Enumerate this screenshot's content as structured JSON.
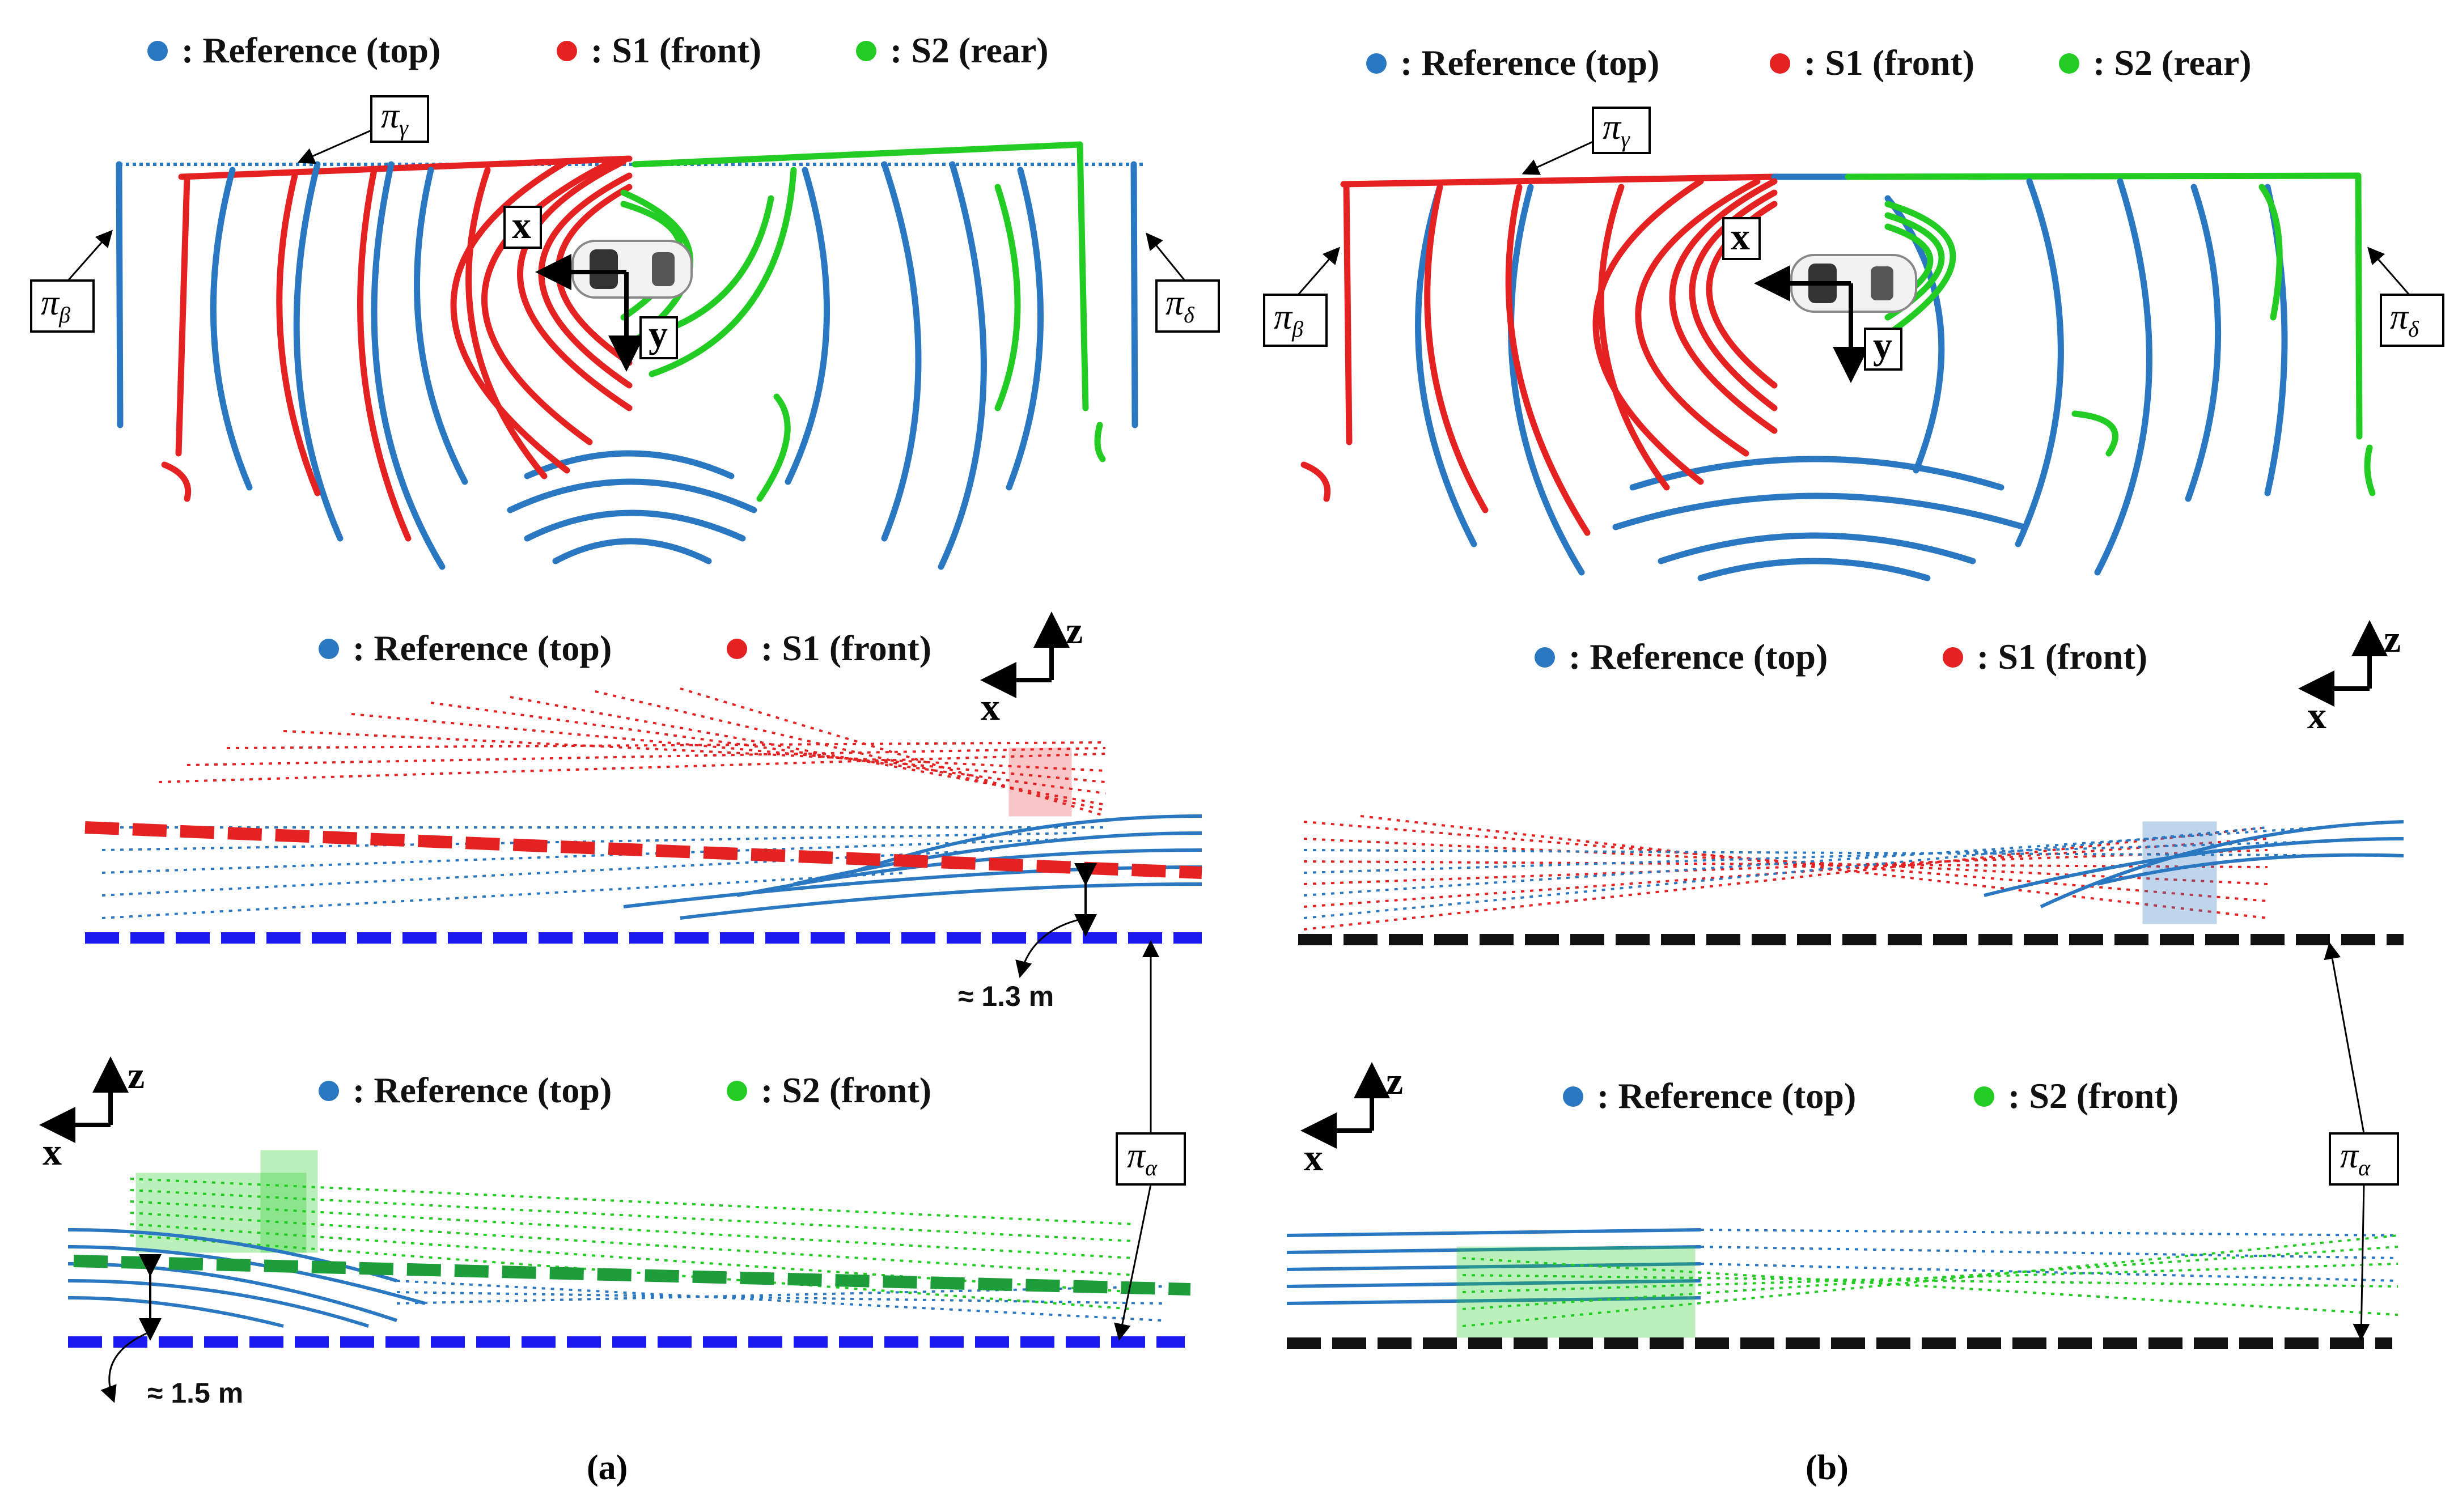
{
  "legend": {
    "reference": ": Reference (top)",
    "s1": ": S1 (front)",
    "s2_rear": ": S2 (rear)",
    "s2_front": ": S2 (front)"
  },
  "axes": {
    "x": "x",
    "y": "y",
    "z": "z"
  },
  "planes": {
    "gamma": {
      "sym": "π",
      "sub": "γ"
    },
    "beta": {
      "sym": "π",
      "sub": "β"
    },
    "delta": {
      "sym": "π",
      "sub": "δ"
    },
    "alpha": {
      "sym": "π",
      "sub": "α"
    }
  },
  "measurements": {
    "s1_height": "≈ 1.3 m",
    "s2_height": "≈ 1.5 m"
  },
  "captions": {
    "a": "(a)",
    "b": "(b)"
  },
  "colors": {
    "reference": "#2b78c2",
    "s1": "#e52222",
    "s2": "#22cc22",
    "ground_a": "#1a1aee",
    "ground_b": "#111111",
    "s2_plane": "#1e9e3a"
  }
}
